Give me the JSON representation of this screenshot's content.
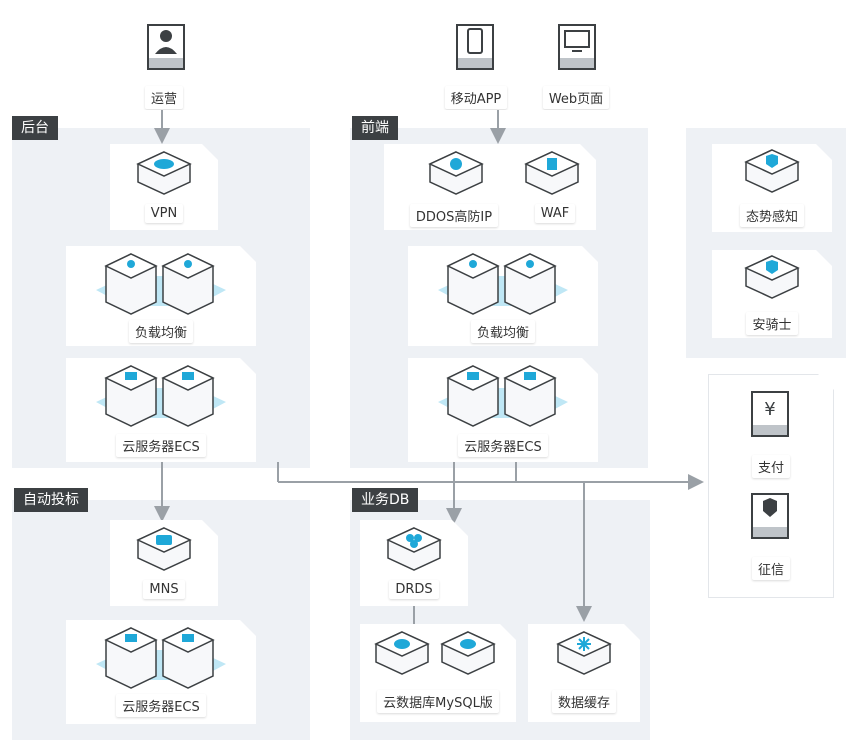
{
  "title": "",
  "zones": {
    "backend": "后台",
    "frontend": "前端",
    "auto_delivery": "自动投标",
    "business_db": "业务DB"
  },
  "nodes": {
    "ops": "运营",
    "mobile_app": "移动APP",
    "web_page": "Web页面",
    "vpn": "VPN",
    "slb_backend": "负载均衡",
    "ecs_backend": "云服务器ECS",
    "ddos": "DDOS高防IP",
    "waf": "WAF",
    "slb_frontend": "负载均衡",
    "ecs_frontend": "云服务器ECS",
    "situational_awareness": "态势感知",
    "security_guard": "安骑士",
    "payment": "支付",
    "credit": "征信",
    "mns": "MNS",
    "ecs_auto": "云服务器ECS",
    "drds": "DRDS",
    "mysql": "云数据库MySQL版",
    "data_cache": "数据缓存"
  },
  "colors": {
    "zone_bg": "#eef1f5",
    "label_bg": "#3c4043",
    "accent": "#1fa8d8",
    "arrow": "#9aa0a6"
  },
  "icons": [
    "user-icon",
    "phone-icon",
    "monitor-icon",
    "cloud-icon",
    "network-icon",
    "database-icon",
    "shield-icon",
    "yen-icon",
    "message-icon",
    "cache-icon"
  ]
}
